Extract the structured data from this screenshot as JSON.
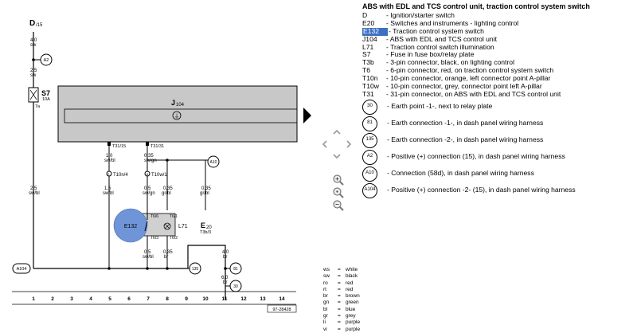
{
  "diagram": {
    "top_terminal": {
      "label": "D",
      "sub": "/15"
    },
    "connectors": {
      "a2": "A2",
      "a10": "A10",
      "a104": "A104",
      "c135": "135",
      "c81": "81",
      "c30": "30"
    },
    "fuse": {
      "label": "S7",
      "rating": "10A",
      "pin": "7a"
    },
    "wires": {
      "w1": [
        "4,0",
        "sw"
      ],
      "w2": [
        "2,5",
        "sw"
      ],
      "w3": [
        "2,5",
        "sw/bl"
      ],
      "w4": [
        "1,0",
        "sw/bl"
      ],
      "w5": [
        "1,5",
        "sw/bl"
      ],
      "w6": [
        "0,35",
        "sw/gn"
      ],
      "w7": [
        "0,5",
        "sw/gn"
      ],
      "w8": [
        "0,35",
        "gr/bl"
      ],
      "w9": [
        "0,35",
        "gr/bl"
      ],
      "w10": [
        "0,5",
        "sw/bl"
      ],
      "w11": [
        "0,35",
        "br"
      ],
      "w12": [
        "4,0",
        "br"
      ],
      "w13": [
        "6,0",
        "br"
      ]
    },
    "control_unit": {
      "label": "J",
      "sub": "104",
      "ground_symbol": "⏚"
    },
    "pin_labels": {
      "t31_15": "T31/15",
      "t31_31": "T31/31",
      "t10n_4": "T10n/4",
      "t10w_1": "T10w/1",
      "t6_6": "T6/6",
      "t6_1": "T6/1",
      "t6_3": "T6/3",
      "t6_2": "T6/2"
    },
    "pin_numbers": {
      "p2": "2",
      "p8": "8"
    },
    "components": {
      "e132": "E132",
      "l71": "L71",
      "e20": {
        "label": "E",
        "sub": "20",
        "pin": "T3b/3"
      }
    },
    "axis_numbers": [
      "1",
      "2",
      "3",
      "4",
      "5",
      "6",
      "7",
      "8",
      "9",
      "10",
      "11",
      "12",
      "13",
      "14"
    ],
    "reference": "97-28428"
  },
  "legend": {
    "title": "ABS with EDL and TCS control unit, traction control system switch",
    "items": [
      {
        "code": "D",
        "desc": "- Ignition/starter switch"
      },
      {
        "code": "E20",
        "desc": "- Switches and instruments - lighting control"
      },
      {
        "code": "E132",
        "desc": "- Traction control system switch",
        "selected": true
      },
      {
        "code": "J104",
        "desc": "- ABS with EDL and TCS control unit"
      },
      {
        "code": "L71",
        "desc": "- Traction control switch illumination"
      },
      {
        "code": "S7",
        "desc": "- Fuse in fuse box/relay plate"
      },
      {
        "code": "T3b",
        "desc": "- 3-pin connector, black, on lighting control"
      },
      {
        "code": "T6",
        "desc": "- 6-pin connector, red, on traction control system switch"
      },
      {
        "code": "T10n",
        "desc": "- 10-pin connector, orange, left connector point A-pillar"
      },
      {
        "code": "T10w",
        "desc": "- 10-pin connector, grey, connector point left A-pillar"
      },
      {
        "code": "T31",
        "desc": "- 31-pin connector, on ABS with EDL and TCS control unit"
      }
    ],
    "circle_items": [
      {
        "code": "30",
        "desc": "- Earth point -1-, next to relay plate"
      },
      {
        "code": "81",
        "desc": "- Earth connection -1-, in dash panel wiring harness"
      },
      {
        "code": "135",
        "desc": "- Earth connection -2-, in dash panel wiring harness"
      },
      {
        "code": "A2",
        "desc": "- Positive (+) connection (15), in dash panel wiring harness"
      },
      {
        "code": "A10",
        "desc": "- Connection (58d), in dash panel wiring harness"
      },
      {
        "code": "A104",
        "desc": "- Positive (+) connection -2- (15), in dash panel wiring harness"
      }
    ]
  },
  "color_key": [
    {
      "code": "ws",
      "eq": "=",
      "name": "white"
    },
    {
      "code": "sw",
      "eq": "=",
      "name": "black"
    },
    {
      "code": "ro",
      "eq": "=",
      "name": "red"
    },
    {
      "code": "rt",
      "eq": "=",
      "name": "red"
    },
    {
      "code": "br",
      "eq": "=",
      "name": "brown"
    },
    {
      "code": "gn",
      "eq": "=",
      "name": "green"
    },
    {
      "code": "bl",
      "eq": "=",
      "name": "blue"
    },
    {
      "code": "gr",
      "eq": "=",
      "name": "grey"
    },
    {
      "code": "li",
      "eq": "=",
      "name": "purple"
    },
    {
      "code": "vi",
      "eq": "=",
      "name": "purple"
    }
  ],
  "colors": {
    "selection": "#3e70c0",
    "e132_fill": "#6f95d8",
    "unit_fill": "#c8c8c8"
  }
}
